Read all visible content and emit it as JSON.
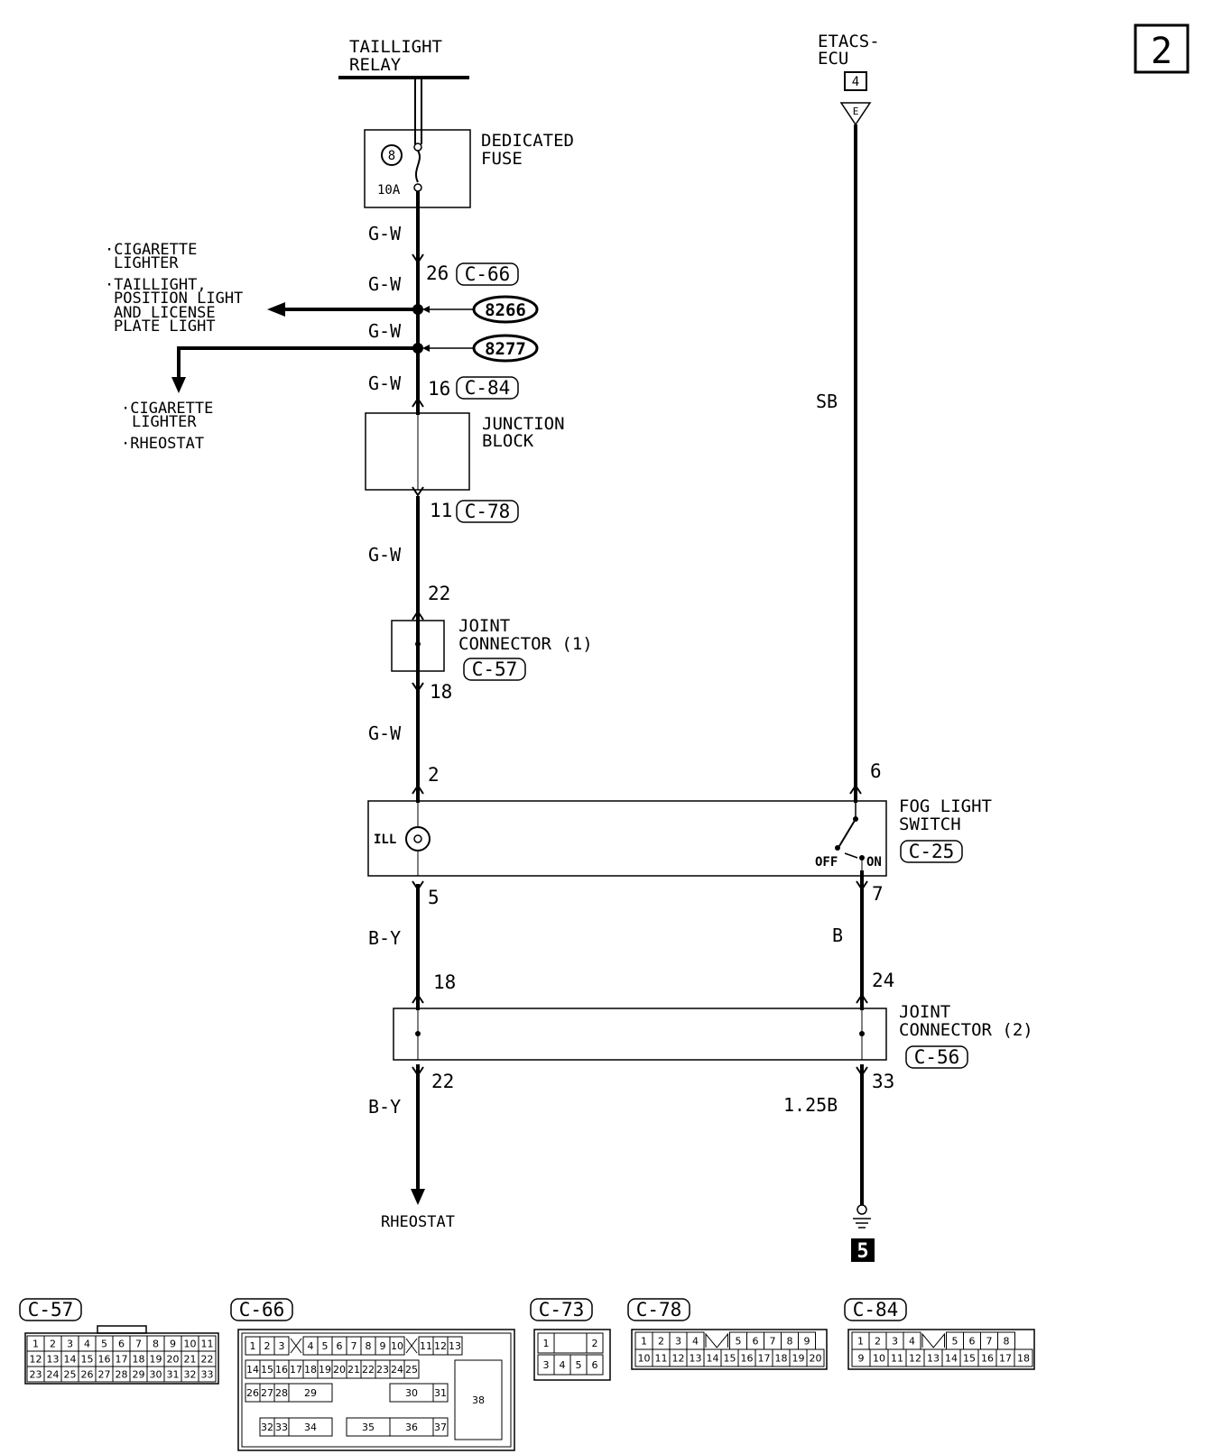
{
  "page_number": "2",
  "components": {
    "taillight_relay": [
      "TAILLIGHT",
      "RELAY"
    ],
    "etacs_ecu": [
      "ETACS-",
      "ECU"
    ],
    "etacs_box": "4",
    "etacs_connector": "E",
    "dedicated_fuse": [
      "DEDICATED",
      "FUSE"
    ],
    "fuse_number": "8",
    "fuse_rating": "10A",
    "junction_block": [
      "JUNCTION",
      "BLOCK"
    ],
    "joint_connector_1": [
      "JOINT",
      "CONNECTOR (1)"
    ],
    "fog_light_switch": [
      "FOG LIGHT",
      "SWITCH"
    ],
    "ill": "ILL",
    "switch_off": "OFF",
    "switch_on": "ON",
    "joint_connector_2": [
      "JOINT",
      "CONNECTOR (2)"
    ],
    "rheostat_end": "RHEOSTAT",
    "ground_number": "5"
  },
  "branches": {
    "upper": [
      "·CIGARETTE",
      "LIGHTER",
      "·TAILLIGHT,",
      "POSITION LIGHT",
      "AND LICENSE",
      "PLATE LIGHT"
    ],
    "lower": [
      "·CIGARETTE",
      "LIGHTER",
      "·RHEOSTAT"
    ]
  },
  "splices": [
    "8266",
    "8277"
  ],
  "wire_colors": {
    "left_1": "G-W",
    "left_2": "G-W",
    "left_3": "G-W",
    "left_4": "G-W",
    "left_5": "G-W",
    "left_6": "G-W",
    "left_7": "B-Y",
    "left_8": "B-Y",
    "right_1": "SB",
    "right_2": "B",
    "right_3": "1.25B"
  },
  "pins": {
    "p26": "26",
    "p16": "16",
    "p11": "11",
    "p22a": "22",
    "p18a": "18",
    "p2": "2",
    "p5": "5",
    "p18b": "18",
    "p22b": "22",
    "p6": "6",
    "p7": "7",
    "p24": "24",
    "p33": "33"
  },
  "connector_refs": {
    "c66": "C-66",
    "c84": "C-84",
    "c78": "C-78",
    "c57": "C-57",
    "c25": "C-25",
    "c56": "C-56"
  },
  "connector_views": {
    "c57": {
      "label": "C-57",
      "rows": [
        [
          "1",
          "2",
          "3",
          "4",
          "5",
          "6",
          "7",
          "8",
          "9",
          "10",
          "11"
        ],
        [
          "12",
          "13",
          "14",
          "15",
          "16",
          "17",
          "18",
          "19",
          "20",
          "21",
          "22"
        ],
        [
          "23",
          "24",
          "25",
          "26",
          "27",
          "28",
          "29",
          "30",
          "31",
          "32",
          "33"
        ]
      ]
    },
    "c66": {
      "label": "C-66",
      "row1": [
        "1",
        "2",
        "3",
        "4",
        "5",
        "6",
        "7",
        "8",
        "9",
        "10",
        "11",
        "12",
        "13"
      ],
      "row2": [
        "14",
        "15",
        "16",
        "17",
        "18",
        "19",
        "20",
        "21",
        "22",
        "23",
        "24",
        "25"
      ],
      "row3": [
        "26",
        "27",
        "28",
        "29",
        "30",
        "31"
      ],
      "row4": [
        "32",
        "33",
        "34",
        "35",
        "36",
        "37"
      ],
      "big": "38"
    },
    "c73": {
      "label": "C-73",
      "row1": [
        "1",
        "2"
      ],
      "row2": [
        "3",
        "4",
        "5",
        "6"
      ]
    },
    "c78": {
      "label": "C-78",
      "row1": [
        "1",
        "2",
        "3",
        "4",
        "5",
        "6",
        "7",
        "8",
        "9"
      ],
      "row2": [
        "10",
        "11",
        "12",
        "13",
        "14",
        "15",
        "16",
        "17",
        "18",
        "19",
        "20"
      ]
    },
    "c84": {
      "label": "C-84",
      "row1": [
        "1",
        "2",
        "3",
        "4",
        "5",
        "6",
        "7",
        "8"
      ],
      "row2": [
        "9",
        "10",
        "11",
        "12",
        "13",
        "14",
        "15",
        "16",
        "17",
        "18"
      ]
    }
  }
}
